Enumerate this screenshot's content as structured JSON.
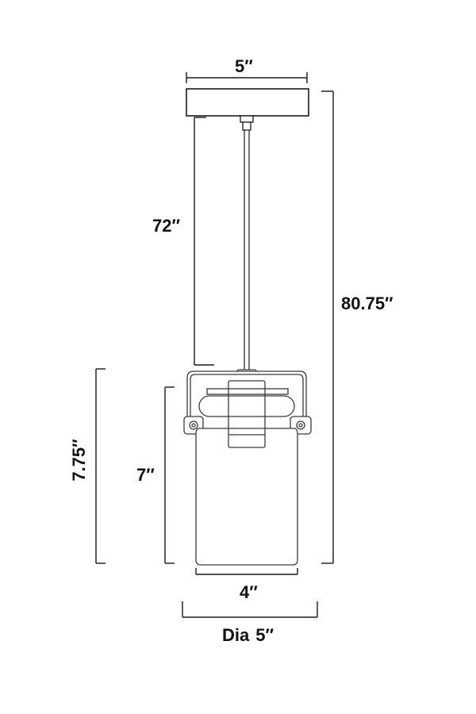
{
  "dimensions": {
    "canopy_width": "5″",
    "cord_length": "72″",
    "overall_height": "80.75″",
    "fixture_height": "7.75″",
    "shade_height": "7″",
    "shade_width": "4″",
    "diameter_prefix": "Dia",
    "diameter_value": "5″"
  },
  "colors": {
    "line": "#1a1a1a",
    "fixture_line": "#3a3a3a",
    "background": "#ffffff"
  }
}
